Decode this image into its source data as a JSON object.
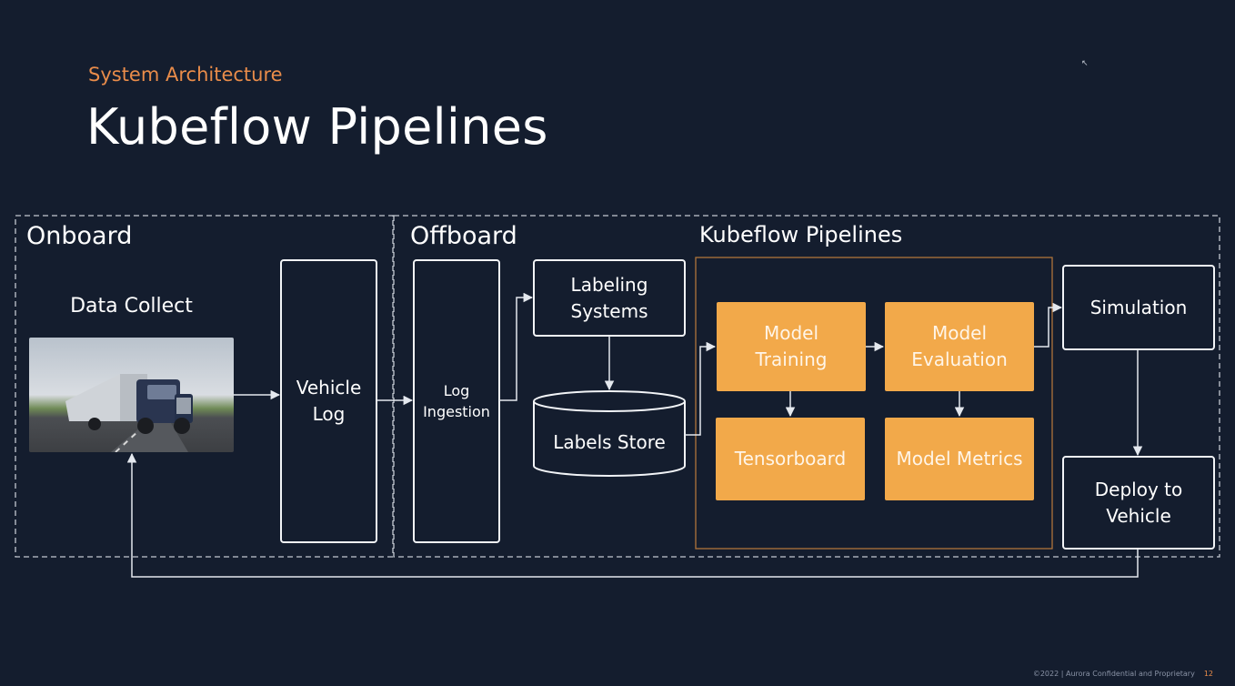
{
  "header": {
    "eyebrow": "System Architecture",
    "title": "Kubeflow Pipelines"
  },
  "sections": {
    "onboard": "Onboard",
    "offboard": "Offboard",
    "kubeflow": "Kubeflow Pipelines"
  },
  "nodes": {
    "data_collect": "Data Collect",
    "vehicle_log": "Vehicle\nLog",
    "log_ingestion": "Log\nIngestion",
    "labeling_systems": "Labeling\nSystems",
    "labels_store": "Labels Store",
    "model_training": "Model\nTraining",
    "model_evaluation": "Model\nEvaluation",
    "tensorboard": "Tensorboard",
    "model_metrics": "Model Metrics",
    "simulation": "Simulation",
    "deploy_to_vehicle": "Deploy to\nVehicle"
  },
  "footer": {
    "copyright": "©2022 | Aurora Confidential and Proprietary",
    "page": "12"
  },
  "colors": {
    "background": "#141d2e",
    "accent": "#e98c4a",
    "orange_box": "#f2a94a",
    "line": "#e4e8ee"
  },
  "icons": {
    "cursor": "cursor-arrow-icon"
  }
}
